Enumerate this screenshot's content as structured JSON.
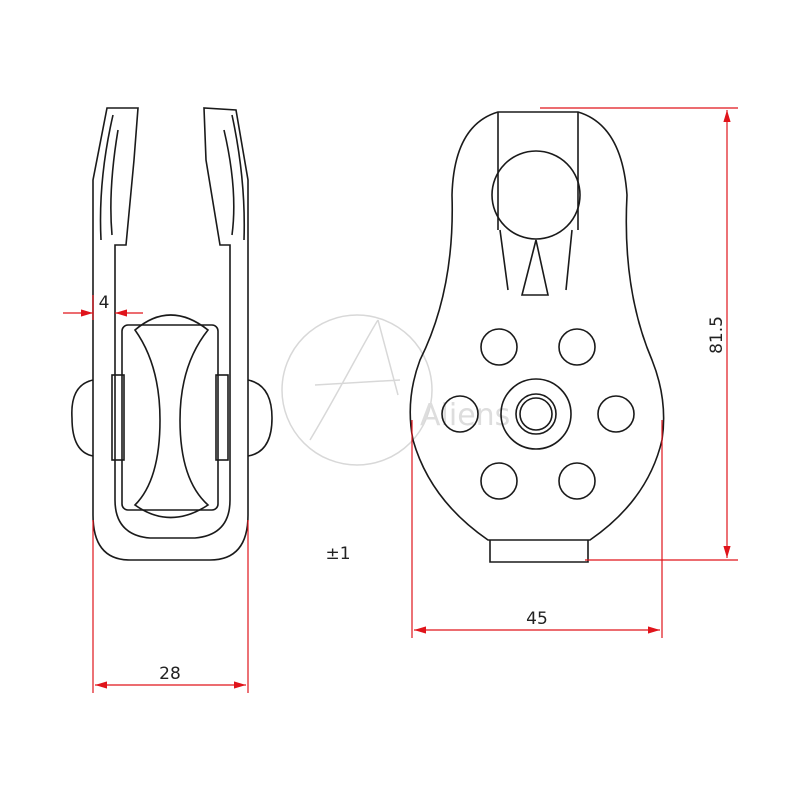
{
  "dimensions": {
    "height": "81.5",
    "width": "45",
    "side_width": "28",
    "wall": "4",
    "tolerance": "±1"
  },
  "watermark": "Aliens",
  "colors": {
    "outline": "#1a1a1a",
    "dimension": "#e0141b"
  }
}
